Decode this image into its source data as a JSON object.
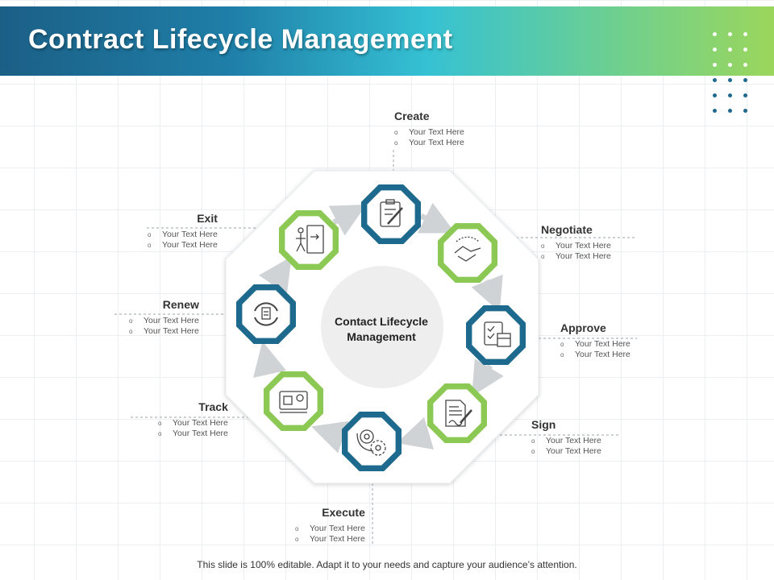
{
  "title": "Contract Lifecycle Management",
  "center_label": [
    "Contact Lifecycle",
    "Management"
  ],
  "colors": {
    "blue": "#1d6a8e",
    "green": "#8cc954",
    "arrow": "#cfd3d6"
  },
  "stages": [
    {
      "name": "Create",
      "icon": "clipboard-pencil-icon",
      "color": "blue",
      "items": [
        "Your Text Here",
        "Your Text Here"
      ]
    },
    {
      "name": "Negotiate",
      "icon": "handshake-icon",
      "color": "green",
      "items": [
        "Your Text Here",
        "Your Text Here"
      ]
    },
    {
      "name": "Approve",
      "icon": "checklist-icon",
      "color": "blue",
      "items": [
        "Your Text Here",
        "Your Text Here"
      ]
    },
    {
      "name": "Sign",
      "icon": "signed-document-icon",
      "color": "green",
      "items": [
        "Your Text Here",
        "Your Text Here"
      ]
    },
    {
      "name": "Execute",
      "icon": "gears-icon",
      "color": "blue",
      "items": [
        "Your Text Here",
        "Your Text Here"
      ]
    },
    {
      "name": "Track",
      "icon": "blueprint-icon",
      "color": "green",
      "items": [
        "Your Text Here",
        "Your Text Here"
      ]
    },
    {
      "name": "Renew",
      "icon": "renew-cycle-icon",
      "color": "blue",
      "items": [
        "Your Text Here",
        "Your Text Here"
      ]
    },
    {
      "name": "Exit",
      "icon": "exit-person-icon",
      "color": "green",
      "items": [
        "Your Text Here",
        "Your Text Here"
      ]
    }
  ],
  "footer": "This slide is 100% editable. Adapt it to your needs and capture your audience’s attention."
}
